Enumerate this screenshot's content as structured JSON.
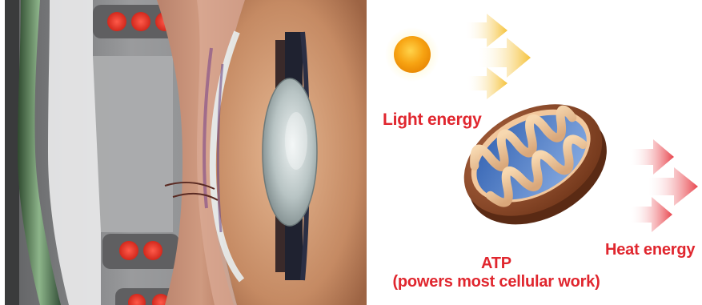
{
  "diagram": {
    "labels": {
      "light_energy": "Light energy",
      "heat_energy": "Heat energy",
      "atp": "ATP",
      "atp_note": "(powers most cellular work)"
    }
  }
}
